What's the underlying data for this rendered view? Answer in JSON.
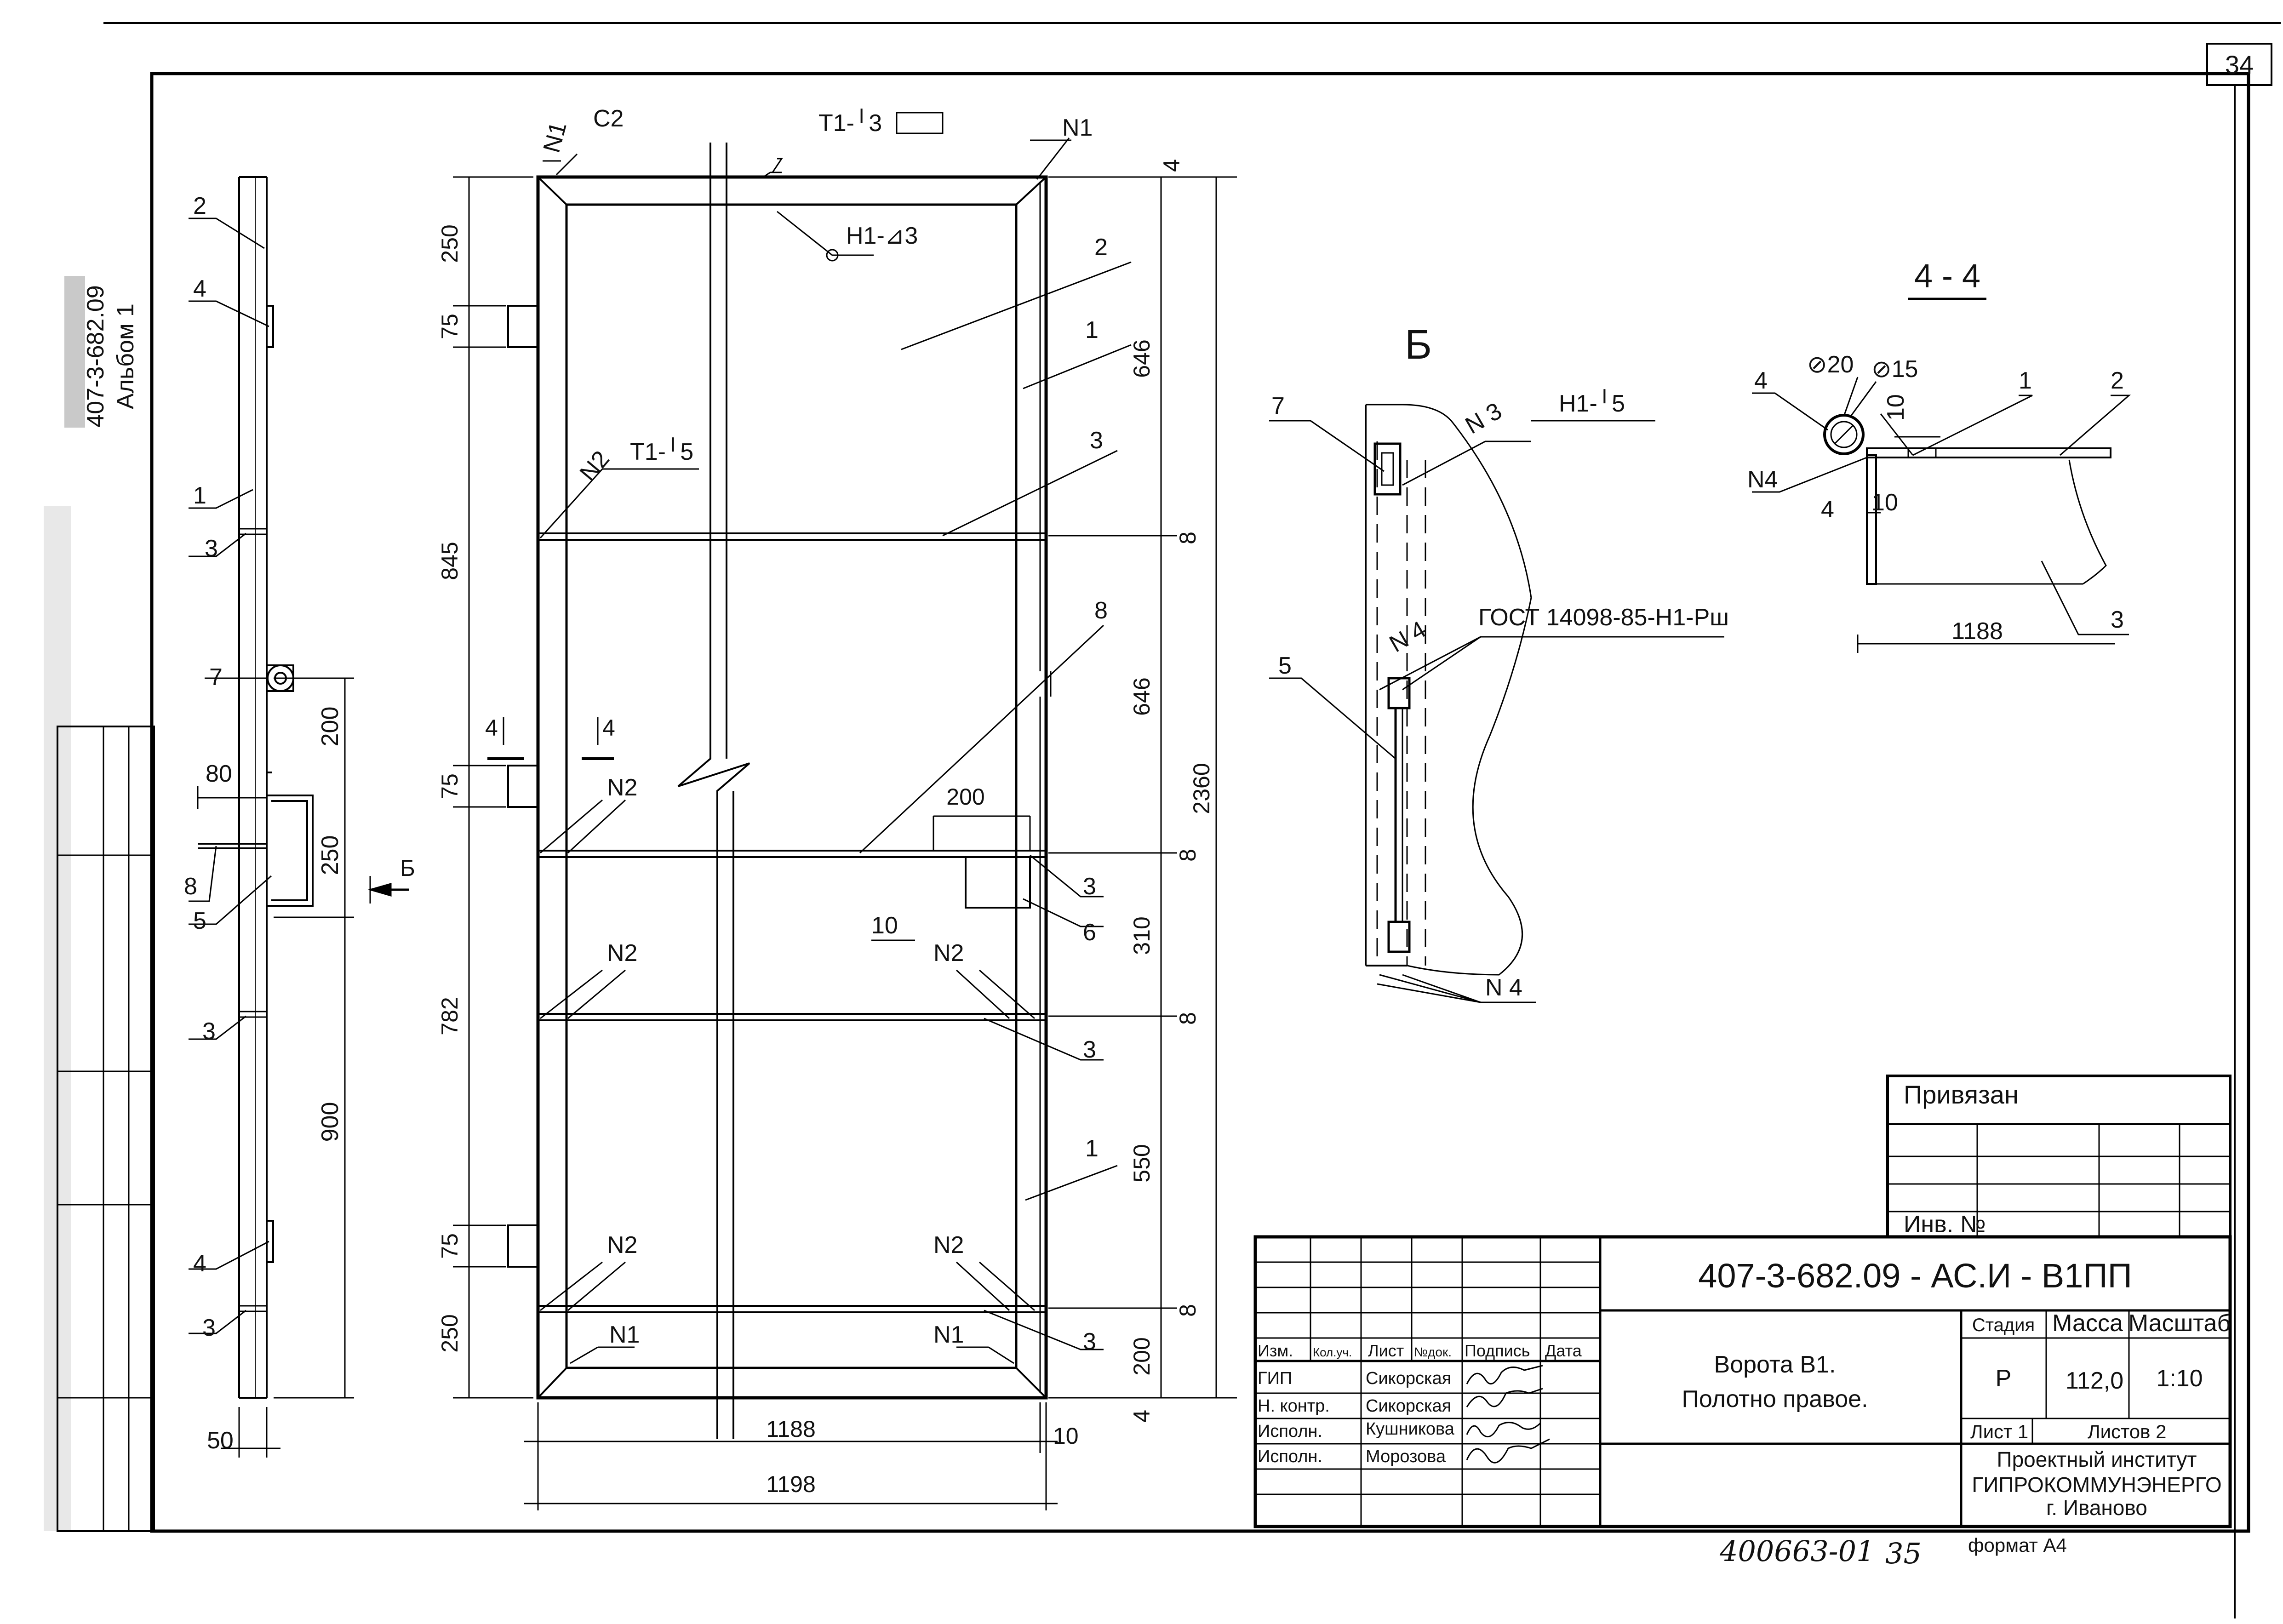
{
  "sheet": {
    "page_number": "34",
    "side_ref_line1": "407-3-682.09",
    "side_ref_line2": "Альбом 1",
    "handwritten_number": "400663-01",
    "handwritten_number2": "35",
    "format": "формат А4"
  },
  "side_view": {
    "labels": [
      "2",
      "4",
      "1",
      "3",
      "7",
      "8",
      "5",
      "3",
      "4",
      "3"
    ],
    "dims": [
      "80",
      "200",
      "250",
      "900",
      "50"
    ],
    "section_mark": "Б"
  },
  "front_view": {
    "top_labels": {
      "c2": "C2",
      "n1_left": "N1",
      "t1": "T1-╵3",
      "n1_right": "N1",
      "h1": "H1-⊿3"
    },
    "part_labels": [
      "2",
      "1",
      "3",
      "8",
      "3",
      "6",
      "3",
      "1",
      "3",
      "10"
    ],
    "weld_labels": {
      "n2_t1": "N2",
      "t1_5": "T1-╵5",
      "n2": "N2",
      "n1": "N1"
    },
    "dims_left": [
      "250",
      "75",
      "845",
      "75",
      "782",
      "75",
      "250"
    ],
    "dims_right": [
      "4",
      "646",
      "8",
      "646",
      "8",
      "310",
      "8",
      "550",
      "8",
      "200",
      "4"
    ],
    "dim_total": "2360",
    "dim_200": "200",
    "dims_bottom": [
      "1188",
      "1198",
      "10"
    ],
    "section_44": "4"
  },
  "detail_b": {
    "title": "Б",
    "labels": [
      "7",
      "5"
    ],
    "welds": {
      "n3": "N 3",
      "h1": "H1-╵5",
      "gost": "ГОСТ 14098-85-Н1-Рш",
      "n4a": "N 4",
      "n4b": "N 4"
    }
  },
  "section_44": {
    "title": "4 - 4",
    "labels": {
      "p4": "4",
      "d20": "⊘20",
      "d15": "⊘15",
      "p1": "1",
      "p2": "2",
      "n4": "N4",
      "p3": "3"
    },
    "dims": {
      "d10a": "10",
      "d4": "4",
      "d10b": "10",
      "d1188": "1188"
    }
  },
  "title_block": {
    "privyazan": "Привязан",
    "inv_no": "Инв. №",
    "code": "407-3-682.09 - АС.И - В1ПП",
    "headers": [
      "Изм.",
      "Кол.уч.",
      "Лист",
      "№док.",
      "Подпись",
      "Дата"
    ],
    "roles": [
      {
        "role": "ГИП",
        "name": "Сикорская"
      },
      {
        "role": "Н. контр.",
        "name": "Сикорская"
      },
      {
        "role": "Исполн.",
        "name": "Кушникова"
      },
      {
        "role": "Исполн.",
        "name": "Морозова"
      }
    ],
    "doc_title_line1": "Ворота В1.",
    "doc_title_line2": "Полотно правое.",
    "stage_header": "Стадия",
    "mass_header": "Масса",
    "scale_header": "Масштаб",
    "stage": "Р",
    "mass": "112,0",
    "scale": "1:10",
    "sheet": "Лист 1",
    "sheets": "Листов 2",
    "org_line1": "Проектный институт",
    "org_line2": "ГИПРОКОММУНЭНЕРГО",
    "org_line3": "г. Иваново"
  }
}
